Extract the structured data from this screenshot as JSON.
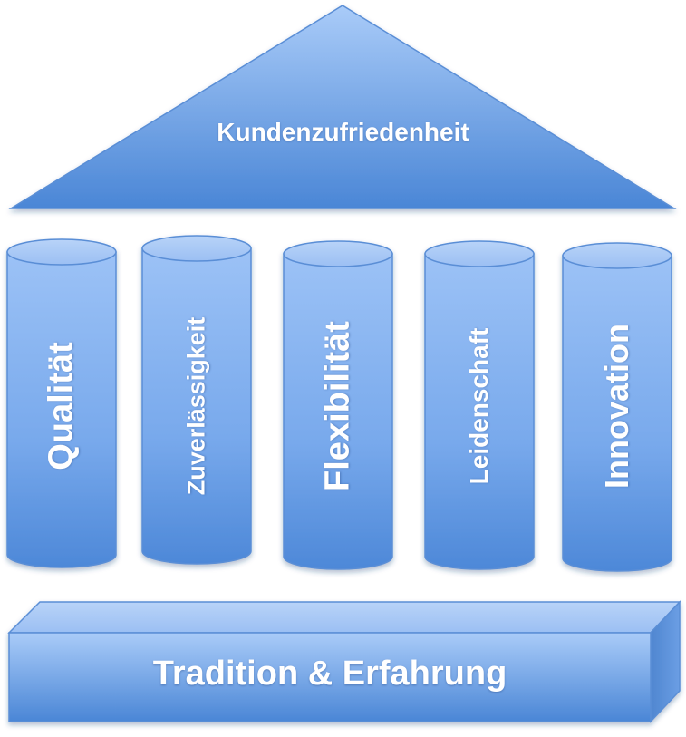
{
  "roof": {
    "label": "Kundenzufriedenheit"
  },
  "pillars": [
    {
      "label": "Qualität"
    },
    {
      "label": "Zuverlässigkeit"
    },
    {
      "label": "Flexibilität"
    },
    {
      "label": "Leidenschaft"
    },
    {
      "label": "Innovation"
    }
  ],
  "foundation": {
    "label": "Tradition & Erfahrung"
  },
  "colors": {
    "fill_light": "#a9c8f5",
    "fill_dark": "#4a86d6",
    "stroke": "#5a8ed6",
    "text": "#ffffff"
  }
}
